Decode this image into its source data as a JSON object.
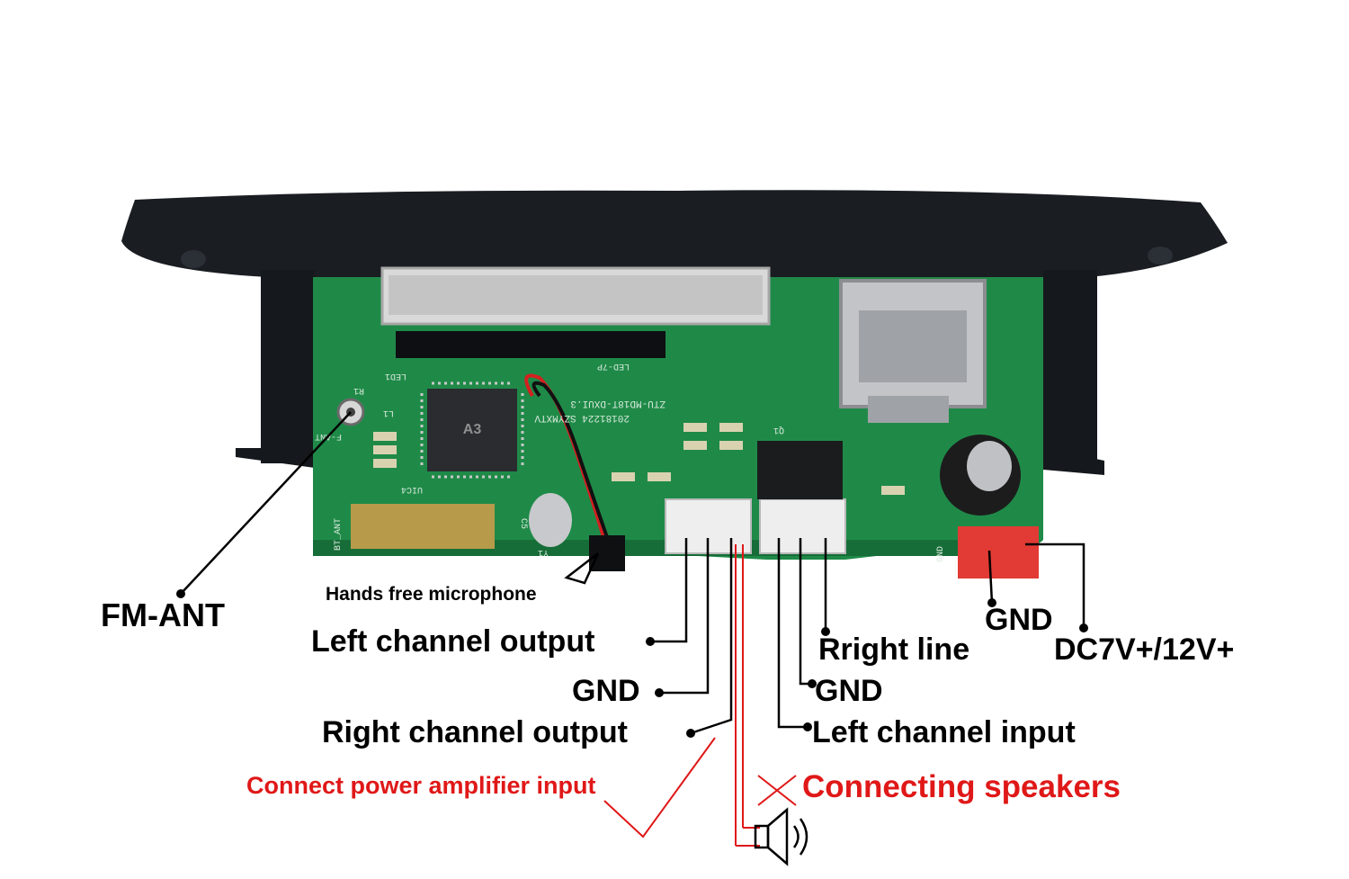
{
  "labels": {
    "fm_ant": "FM-ANT",
    "hands_free_mic": "Hands free microphone",
    "left_out": "Left channel output",
    "gnd_out": "GND",
    "right_out": "Right channel output",
    "right_line": "Rright line",
    "gnd_in": "GND",
    "left_in": "Left channel input",
    "gnd_power": "GND",
    "dc_power": "DC7V+/12V+",
    "amp_input": "Connect power amplifier input",
    "speakers": "Connecting speakers"
  },
  "board_text": {
    "chip_marking": "A3",
    "model": "ZTU-MD18T-DXUI.3",
    "date": "20181224 SZYMXTV",
    "led": "LED1",
    "led_7p": "LED-7P",
    "bt_ant": "BT_ANT",
    "fm_ant_silk": "F-ANT",
    "gnd_silk": "GND",
    "q1": "Q1",
    "l1": "L1",
    "r1": "R1",
    "uic": "UIC4",
    "c5": "C5",
    "y1": "Y1"
  },
  "colors": {
    "pcb": "#1f8a48",
    "panel": "#1a1d22",
    "annotation_red": "#e01818",
    "text": "#000000"
  }
}
